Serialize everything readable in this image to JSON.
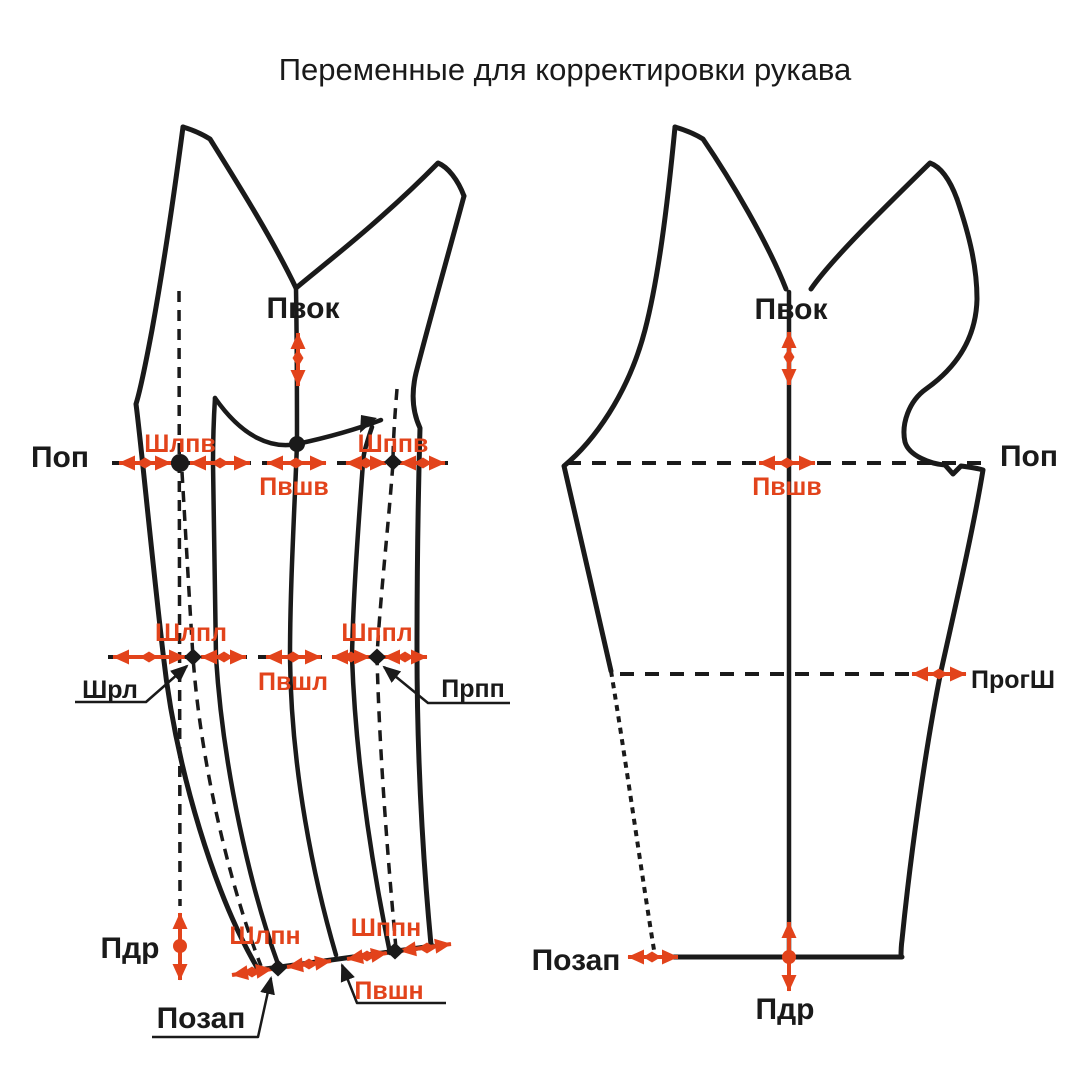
{
  "title": "Переменные для корректировки рукава",
  "colors": {
    "accent_red": "#e2431b",
    "ink_black": "#1a1a1a",
    "background": "#ffffff"
  },
  "left_pattern": {
    "description": "sleeve pattern piece (front, with split cap) and its adjustment variables",
    "labels": {
      "pvok": "Пвок",
      "pop": "Поп",
      "shlpv": "Шлпв",
      "pvshv": "Пвшв",
      "shppv": "Шппв",
      "shlpl": "Шлпл",
      "pvshl": "Пвшл",
      "shppl": "Шппл",
      "shrl": "Шрл",
      "prpp": "Прпп",
      "pdr": "Пдр",
      "shlpn": "Шлпн",
      "shppn": "Шппн",
      "pvshn": "Пвшн",
      "pozap": "Позап"
    }
  },
  "right_pattern": {
    "description": "second pattern piece (sleeve back half) and its adjustment variables",
    "labels": {
      "pvok": "Пвок",
      "pop": "Поп",
      "pvshv": "Пвшв",
      "progsh": "ПрогШ",
      "pozap": "Позап",
      "pdr": "Пдр"
    }
  }
}
